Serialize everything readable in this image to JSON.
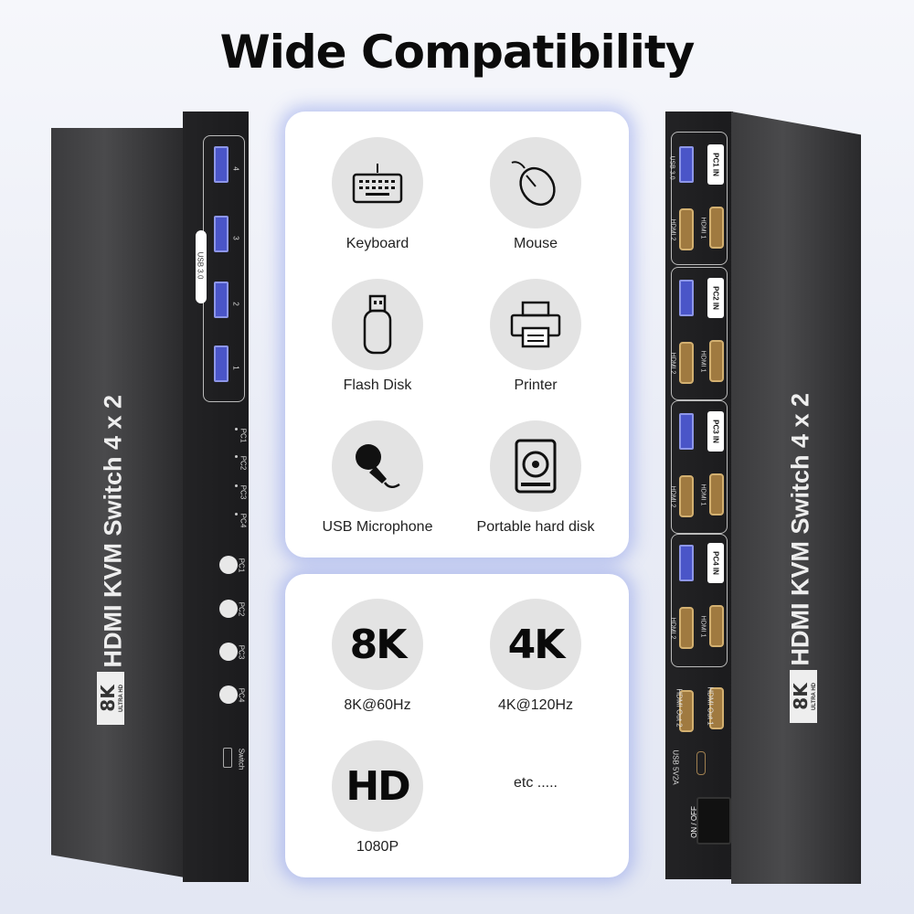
{
  "title": "Wide Compatibility",
  "devices": {
    "brand_badge": "8K",
    "brand_sub": "ULTRA HD",
    "product_name": "HDMI KVM Switch 4 x 2",
    "front": {
      "usb_label": "USB 3.0",
      "usb_ports": [
        "4",
        "3",
        "2",
        "1"
      ],
      "leds": [
        "PC1",
        "PC2",
        "PC3",
        "PC4"
      ],
      "buttons": [
        "PC1",
        "PC2",
        "PC3",
        "PC4"
      ],
      "switch_label": "Switch"
    },
    "rear": {
      "pc_inputs": [
        "PC1 IN",
        "PC2 IN",
        "PC3 IN",
        "PC4 IN"
      ],
      "usb_label": "USB 3.0",
      "hdmi_in_labels": [
        "HDMI 1",
        "HDMI 2"
      ],
      "outputs": [
        "HDMI Out 1",
        "HDMI Out 2"
      ],
      "power_label": "USB 5V2A",
      "power_switch": "ON / OFF"
    }
  },
  "devices_card": {
    "items": [
      {
        "label": "Keyboard",
        "icon": "keyboard-icon"
      },
      {
        "label": "Mouse",
        "icon": "mouse-icon"
      },
      {
        "label": "Flash Disk",
        "icon": "flash-disk-icon"
      },
      {
        "label": "Printer",
        "icon": "printer-icon"
      },
      {
        "label": "USB Microphone",
        "icon": "microphone-icon"
      },
      {
        "label": "Portable hard disk",
        "icon": "hard-disk-icon"
      }
    ]
  },
  "resolution_card": {
    "items": [
      {
        "badge": "8K",
        "label": "8K@60Hz"
      },
      {
        "badge": "4K",
        "label": "4K@120Hz"
      },
      {
        "badge": "HD",
        "label": "1080P"
      }
    ],
    "etc": "etc ....."
  }
}
